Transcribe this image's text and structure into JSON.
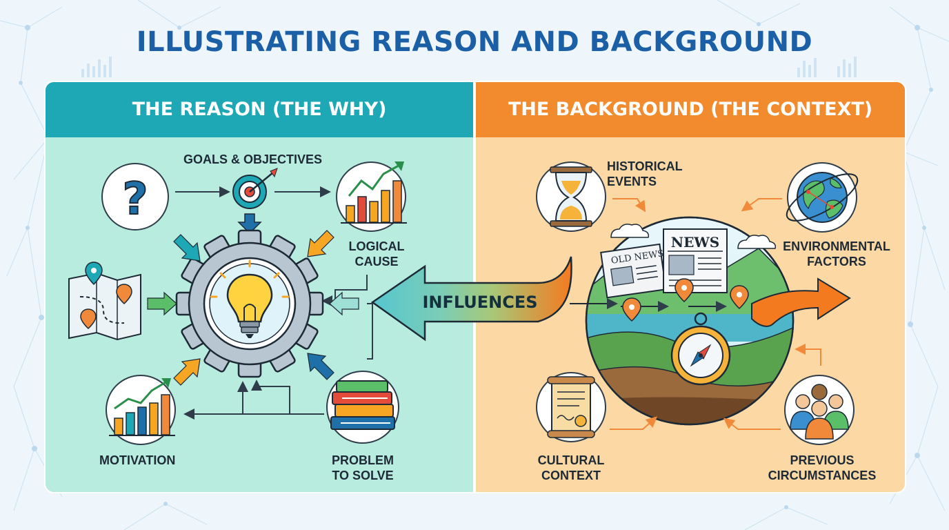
{
  "title": "ILLUSTRATING REASON AND BACKGROUND",
  "left_panel": {
    "header": "THE REASON (THE WHY)",
    "labels": {
      "goals": "GOALS & OBJECTIVES",
      "logical_cause": "LOGICAL\nCAUSE",
      "motivation": "MOTIVATION",
      "problem": "PROBLEM\nTO SOLVE"
    }
  },
  "right_panel": {
    "header": "THE BACKGROUND (THE CONTEXT)",
    "labels": {
      "historical": "HISTORICAL\nEVENTS",
      "environmental": "ENVIRONMENTAL\nFACTORS",
      "cultural": "CULTURAL\nCONTEXT",
      "previous": "PREVIOUS\nCIRCUMSTANCES"
    }
  },
  "center": {
    "arrow_label": "INFLUENCES",
    "news_big": "NEWS",
    "news_old": "OLD NEWS"
  },
  "colors": {
    "title": "#1b5fa6",
    "left_panel_bg": "#b8ecdf",
    "left_header": "#1ea7b5",
    "right_panel_bg": "#fcd9a4",
    "right_header": "#f28a2e",
    "arrow_left": "#5bc9c9",
    "arrow_right": "#f47a20"
  },
  "icons": [
    "question-icon",
    "target-icon",
    "growth-chart-icon",
    "map-icon",
    "gear-bulb-icon",
    "motivation-chart-icon",
    "books-icon",
    "hourglass-icon",
    "globe-icon",
    "scroll-icon",
    "people-icon",
    "compass-icon",
    "newspaper-icon",
    "location-pin-icon"
  ]
}
